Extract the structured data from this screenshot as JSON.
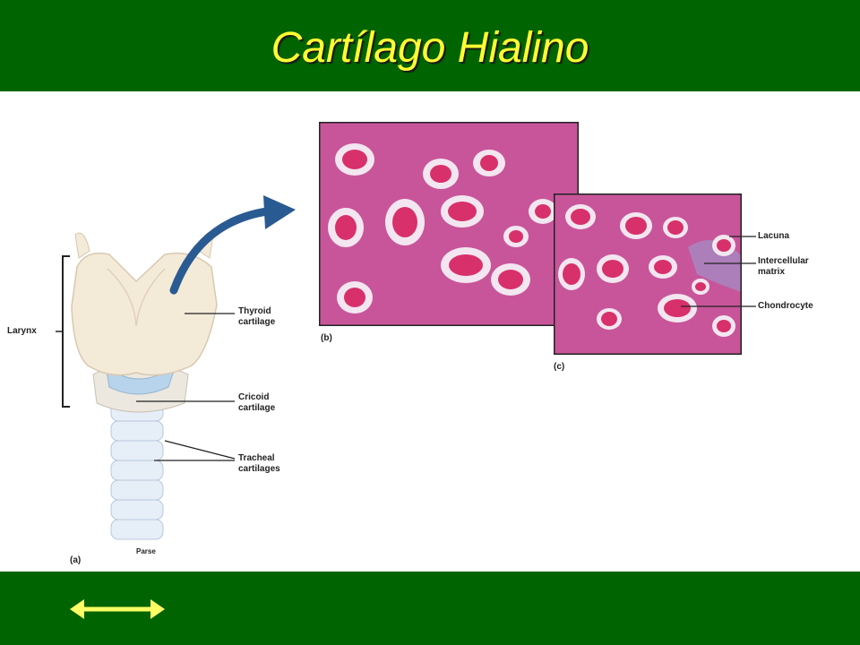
{
  "slide": {
    "title": "Cartílago Hialino"
  },
  "figure": {
    "panel_a": {
      "panel_label": "(a)",
      "larynx_label": "Larynx",
      "thyroid_label": "Thyroid\ncartilage",
      "cricoid_label": "Cricoid\ncartilage",
      "tracheal_label": "Tracheal\ncartilages",
      "credit": "Parse"
    },
    "panel_b": {
      "panel_label": "(b)"
    },
    "panel_c": {
      "panel_label": "(c)",
      "lacuna_label": "Lacuna",
      "matrix_label": "Intercellular\nmatrix",
      "chondrocyte_label": "Chondrocyte"
    }
  },
  "colors": {
    "bar": "#006400",
    "title": "#ffff33",
    "nav_arrow": "#ffff66",
    "tissue": "#c8559a",
    "cell": "#d8306a"
  },
  "icons": {
    "nav": "double-arrow-icon"
  }
}
